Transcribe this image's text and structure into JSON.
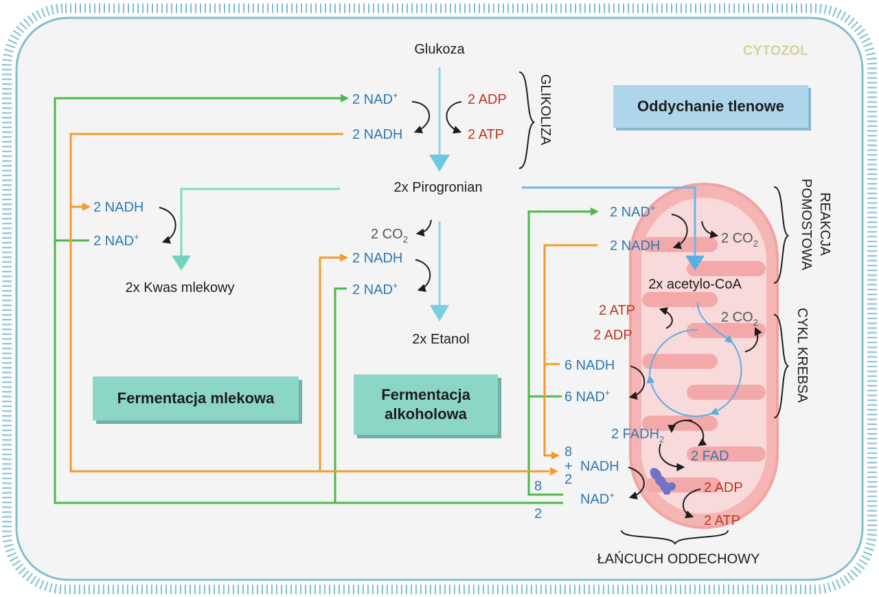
{
  "labels": {
    "cytozol": "CYTOZOL",
    "glukoza": "Glukoza",
    "glikoliza": "GLIKOLIZA",
    "pirogronian": "2x Pirogronian",
    "kwas_mlekowy": "2x Kwas mlekowy",
    "etanol": "2x Etanol",
    "acetylo_coa": "2x acetylo-CoA",
    "reakcja_pomostowa_1": "REAKCJA",
    "reakcja_pomostowa_2": "POMOSTOWA",
    "cykl_krebsa": "CYKL KREBSA",
    "lancuch": "ŁAŃCUCH ODDECHOWY"
  },
  "boxes": {
    "tlenowe": "Oddychanie tlenowe",
    "mlekowa": "Fermentacja mlekowa",
    "alkoholowa_1": "Fermentacja",
    "alkoholowa_2": "alkoholowa"
  },
  "glycolysis": {
    "nad": "2 NAD",
    "nadh": "2 NADH",
    "adp": "2 ADP",
    "atp": "2 ATP"
  },
  "lactic": {
    "nadh": "2 NADH",
    "nad": "2 NAD"
  },
  "alcoholic": {
    "co2": "2 CO",
    "nadh": "2 NADH",
    "nad": "2 NAD"
  },
  "bridge": {
    "nad": "2 NAD",
    "nadh": "2 NADH",
    "co2": "2 CO"
  },
  "krebs": {
    "atp": "2 ATP",
    "adp": "2 ADP",
    "co2": "2 CO",
    "nadh": "6 NADH",
    "nad": "6 NAD",
    "fadh2": "2 FADH",
    "fad": "2 FAD"
  },
  "etc": {
    "n8": "8",
    "plus": "+",
    "n2": "2",
    "nadh": "NADH",
    "nad": "NAD",
    "left8": "8",
    "left2": "2",
    "adp": "2 ADP",
    "atp": "2 ATP"
  },
  "symbols": {
    "plus_sup": "+",
    "two_sub": "2"
  },
  "colors": {
    "membrane": "#7fbfcc",
    "green": "#4cb848",
    "orange": "#f39a2c",
    "cyan_arrow": "#7dcde0",
    "blue_text": "#2e78b4",
    "red_text": "#c0331e",
    "mito": "#f5b3b3",
    "box_green": "#8cd6c8",
    "box_blue": "#aed6ea"
  }
}
